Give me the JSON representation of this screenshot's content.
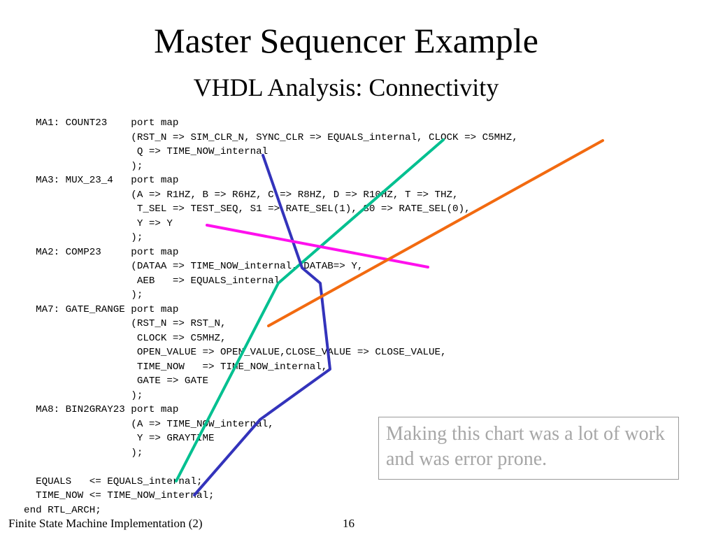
{
  "slide": {
    "title": "Master Sequencer Example",
    "subtitle": "VHDL Analysis: Connectivity",
    "code": [
      "      MA1: COUNT23    port map",
      "                      (RST_N => SIM_CLR_N, SYNC_CLR => EQUALS_internal, CLOCK => C5MHZ,",
      "                       Q => TIME_NOW_internal",
      "                      );",
      "      MA3: MUX_23_4   port map",
      "                      (A => R1HZ, B => R6HZ, C => R8HZ, D => R10HZ, T => THZ,",
      "                       T_SEL => TEST_SEQ, S1 => RATE_SEL(1), S0 => RATE_SEL(0),",
      "                       Y => Y",
      "                      );",
      "      MA2: COMP23     port map",
      "                      (DATAA => TIME_NOW_internal, DATAB=> Y,",
      "                       AEB   => EQUALS_internal",
      "                      );",
      "      MA7: GATE_RANGE port map",
      "                      (RST_N => RST_N,",
      "                       CLOCK => C5MHZ,",
      "                       OPEN_VALUE => OPEN_VALUE,CLOSE_VALUE => CLOSE_VALUE,",
      "                       TIME_NOW   => TIME_NOW_internal,",
      "                       GATE => GATE",
      "                      );",
      "      MA8: BIN2GRAY23 port map",
      "                      (A => TIME_NOW_internal,",
      "                       Y => GRAYTIME",
      "                      );",
      "",
      "      EQUALS   <= EQUALS_internal;",
      "      TIME_NOW <= TIME_NOW_internal;",
      "    end RTL_ARCH;"
    ],
    "note": "Making this chart was a lot of work and was error prone.",
    "footer": "Finite State Machine Implementation (2)",
    "page_number": "16"
  },
  "colors": {
    "equals_line": "#00c090",
    "time_now_line": "#3333bb",
    "y_line": "#ff10ee",
    "clock_line": "#f26a10",
    "note_text": "#a6a6a6",
    "note_border": "#9a9a9a"
  }
}
